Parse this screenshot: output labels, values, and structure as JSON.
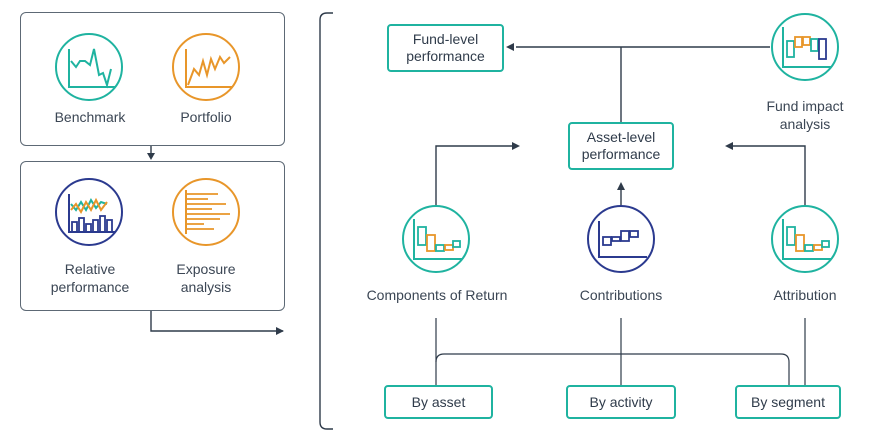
{
  "left_panel_top": {
    "benchmark_label": "Benchmark",
    "portfolio_label": "Portfolio"
  },
  "left_panel_bottom": {
    "relative_label_1": "Relative",
    "relative_label_2": "performance",
    "exposure_label_1": "Exposure",
    "exposure_label_2": "analysis"
  },
  "nodes": {
    "fund_level_1": "Fund-level",
    "fund_level_2": "performance",
    "asset_level_1": "Asset-level",
    "asset_level_2": "performance",
    "fund_impact_1": "Fund impact",
    "fund_impact_2": "analysis",
    "components_of_return": "Components of Return",
    "contributions": "Contributions",
    "attribution": "Attribution"
  },
  "breakdowns": {
    "by_asset": "By asset",
    "by_activity": "By activity",
    "by_segment": "By segment"
  },
  "colors": {
    "teal": "#1fb3a0",
    "orange": "#e8962a",
    "navy": "#2b3a8f",
    "line": "#2f3b4a"
  }
}
